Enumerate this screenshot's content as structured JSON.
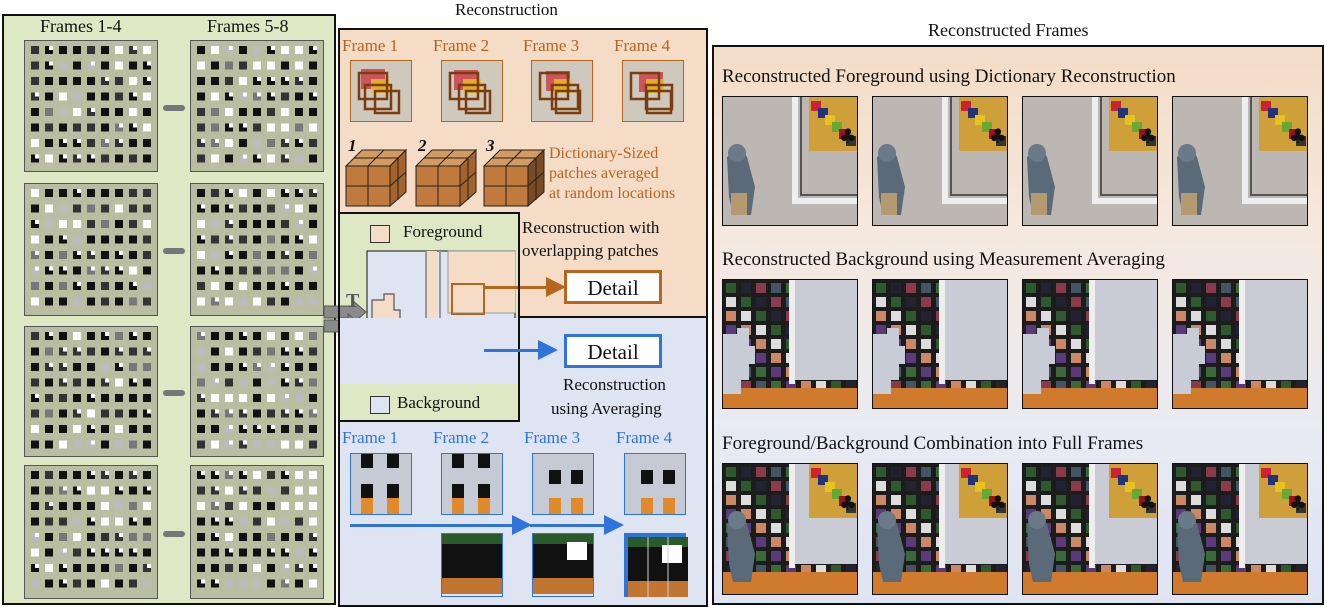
{
  "left_panel": {
    "header_left": "Frames 1-4",
    "header_right": "Frames 5-8"
  },
  "middle_panel": {
    "title": "Reconstruction",
    "frames": [
      "Frame 1",
      "Frame 2",
      "Frame 3",
      "Frame 4"
    ],
    "cube_numbers": [
      "1",
      "2",
      "3"
    ],
    "cube_caption": [
      "Dictionary-Sized",
      "patches averaged",
      "at random locations"
    ],
    "fg_caption": [
      "Reconstruction with",
      "overlapping patches"
    ],
    "legend_foreground": "Foreground",
    "legend_background": "Background",
    "transpose_label": "T",
    "detail_label": "Detail",
    "bg_caption": [
      "Reconstruction",
      "using Averaging"
    ],
    "bottom_frames": [
      "Frame 1",
      "Frame 2",
      "Frame 3",
      "Frame 4"
    ]
  },
  "right_panel": {
    "title": "Reconstructed Frames",
    "row1": "Reconstructed Foreground using Dictionary Reconstruction",
    "row2": "Reconstructed Background using Measurement Averaging",
    "row3": "Foreground/Background Combination into Full Frames"
  },
  "colors": {
    "left_bg": "#dfe8c4",
    "orange_bg": "#f4dcc6",
    "blue_bg": "#dfe4f3",
    "orange": "#b5651d",
    "blue": "#2f74d8"
  }
}
